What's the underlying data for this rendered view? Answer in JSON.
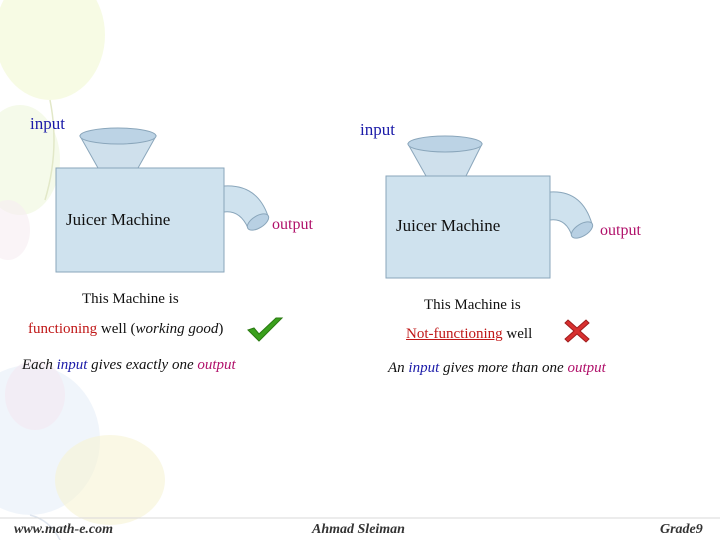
{
  "left": {
    "input_label": "input",
    "machine_label": "Juicer Machine",
    "output_label": "output",
    "status_intro": "This Machine is",
    "status_word": "functioning",
    "status_well": " well (",
    "status_paren": "working good",
    "status_close": ")",
    "rule_pre": "Each ",
    "rule_input": "input",
    "rule_mid": " gives exactly one ",
    "rule_output": "output"
  },
  "right": {
    "input_label": "input",
    "machine_label": "Juicer Machine",
    "output_label": "output",
    "status_intro": "This Machine is",
    "status_word": "Not-functioning",
    "status_well": " well",
    "rule_pre": "An ",
    "rule_input": "input",
    "rule_mid": " gives more than one ",
    "rule_output": "output"
  },
  "footer": {
    "website": "www.math-e.com",
    "author": "Ahmad Sleiman",
    "grade": "Grade9"
  },
  "colors": {
    "input": "#1a1aa8",
    "output": "#b0106a",
    "red": "#c01818",
    "check": "#3aa01c",
    "cross": "#d83030"
  }
}
